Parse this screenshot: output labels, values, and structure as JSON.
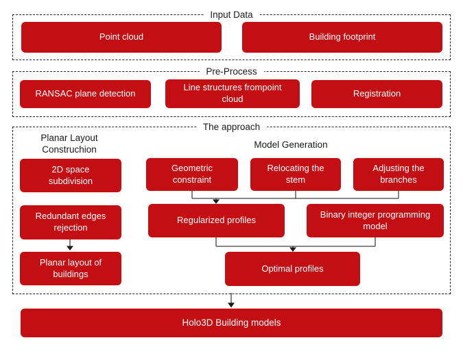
{
  "colors": {
    "box_red": "#c30e13",
    "box_text": "#ffffff",
    "label_text": "#1a1a1a",
    "border_color": "#222222",
    "connector": "#404040",
    "page_bg": "#ffffff"
  },
  "sections": {
    "input_data": {
      "title": "Input Data",
      "boxes": [
        {
          "label": "Point cloud"
        },
        {
          "label": "Building footprint"
        }
      ]
    },
    "pre_process": {
      "title": "Pre-Process",
      "boxes": [
        {
          "label": "RANSAC plane detection"
        },
        {
          "label": "Line structures frompoint cloud"
        },
        {
          "label": "Registration"
        }
      ]
    },
    "approach": {
      "title": "The approach",
      "subsections": {
        "planar_layout": {
          "title": "Planar Layout Construchion"
        },
        "model_generation": {
          "title": "Model Generation"
        }
      },
      "boxes": {
        "space_subdivision": "2D space subdivision",
        "geometric_constraint": "Geometric constraint",
        "relocating_stem": "Relocating the stem",
        "adjusting_branches": "Adjusting the branches",
        "redundant_edges": "Redundant edges rejection",
        "regularized_profiles": "Regularized profiles",
        "binary_integer": "Binary integer programming model",
        "planar_layout_buildings": "Planar layout of buildings",
        "optimal_profiles": "Optimal profiles"
      }
    },
    "output": {
      "label": "Holo3D Building models"
    }
  }
}
